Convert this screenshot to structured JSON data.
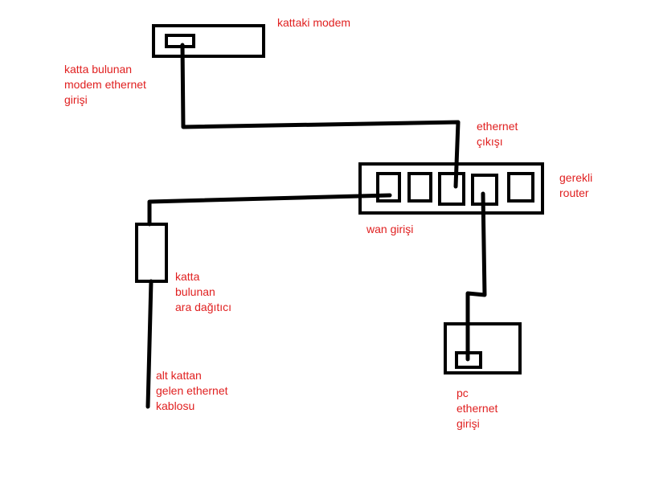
{
  "colors": {
    "ink": "#000000",
    "label": "#e02020",
    "background": "#ffffff"
  },
  "labels": {
    "floor_modem": "kattaki modem",
    "modem_port": [
      "katta bulunan",
      "modem ethernet",
      "girişi"
    ],
    "ethernet_out": [
      "ethernet",
      "çıkışı"
    ],
    "router": [
      "gerekli",
      "router"
    ],
    "wan_port": "wan girişi",
    "splitter": [
      "katta",
      "bulunan",
      "ara dağıtıcı"
    ],
    "lower_cable": [
      "alt kattan",
      "gelen ethernet",
      "kablosu"
    ],
    "pc_port": [
      "pc",
      "ethernet",
      "girişi"
    ]
  }
}
